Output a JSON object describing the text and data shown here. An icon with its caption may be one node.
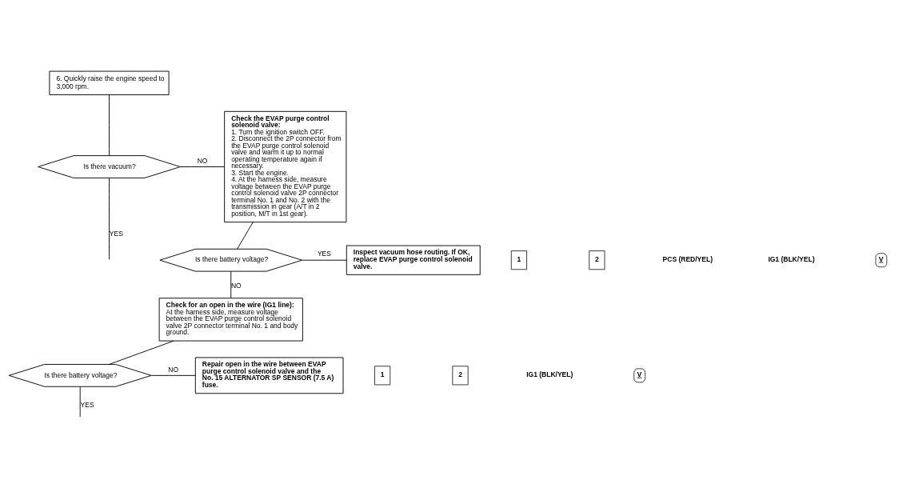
{
  "diagram": {
    "nodes": [
      {
        "text": [
          "6. Quickly raise the engine speed to 3,000 rpm."
        ]
      },
      {
        "text": [
          "Is there vacuum?"
        ]
      },
      {
        "text": [
          "Check the EVAP purge control solenoid valve:",
          "1. Turn the ignition switch OFF.",
          "2. Disconnect the 2P connector from the EVAP purge control solenoid valve and warm it up to normal operating temperature again if necessary.",
          "3. Start the engine.",
          "4. At the harness side, measure voltage between the EVAP purge control solenoid valve 2P connector terminal No. 1 and No. 2 with the transmission in gear (A/T in 2 position, M/T in 1st gear)."
        ]
      },
      {
        "text": [
          "Is there battery voltage?"
        ]
      },
      {
        "text": [
          "Inspect vacuum hose routing. If OK, replace EVAP purge control solenoid valve."
        ]
      },
      {
        "text": [
          "Check for an open in the wire (IG1 line):",
          "At the harness side, measure voltage between the EVAP purge control solenoid valve 2P connector terminal No. 1 and body ground."
        ]
      },
      {
        "text": [
          "Is there battery voltage?"
        ]
      },
      {
        "text": [
          "Repair open in the wire between EVAP purge control solenoid valve and the No. 15 ALTERNATOR SP SENSOR (7.5 A) fuse."
        ]
      }
    ],
    "edges": [
      {
        "from": 0,
        "to": 1,
        "arrow": "none"
      },
      {
        "from": 1,
        "to": 2,
        "arrow": "none",
        "label": "NO"
      },
      {
        "from": 1,
        "to": null,
        "arrow": "none",
        "label": "YES"
      },
      {
        "from": 2,
        "to": 3,
        "arrow": "none"
      },
      {
        "from": 3,
        "to": 4,
        "arrow": "none",
        "label": "YES"
      },
      {
        "from": 3,
        "to": 5,
        "arrow": "none",
        "label": "NO"
      },
      {
        "from": 5,
        "to": 6,
        "arrow": "none"
      },
      {
        "from": 6,
        "to": 7,
        "arrow": "none",
        "label": "NO"
      },
      {
        "from": 6,
        "to": null,
        "arrow": "none",
        "label": "YES"
      }
    ],
    "labels": [
      "1",
      "2",
      "PCS (RED/YEL)",
      "IG1 (BLK/YEL)",
      "V",
      "1",
      "2",
      "IG1 (BLK/YEL)",
      "V"
    ]
  }
}
